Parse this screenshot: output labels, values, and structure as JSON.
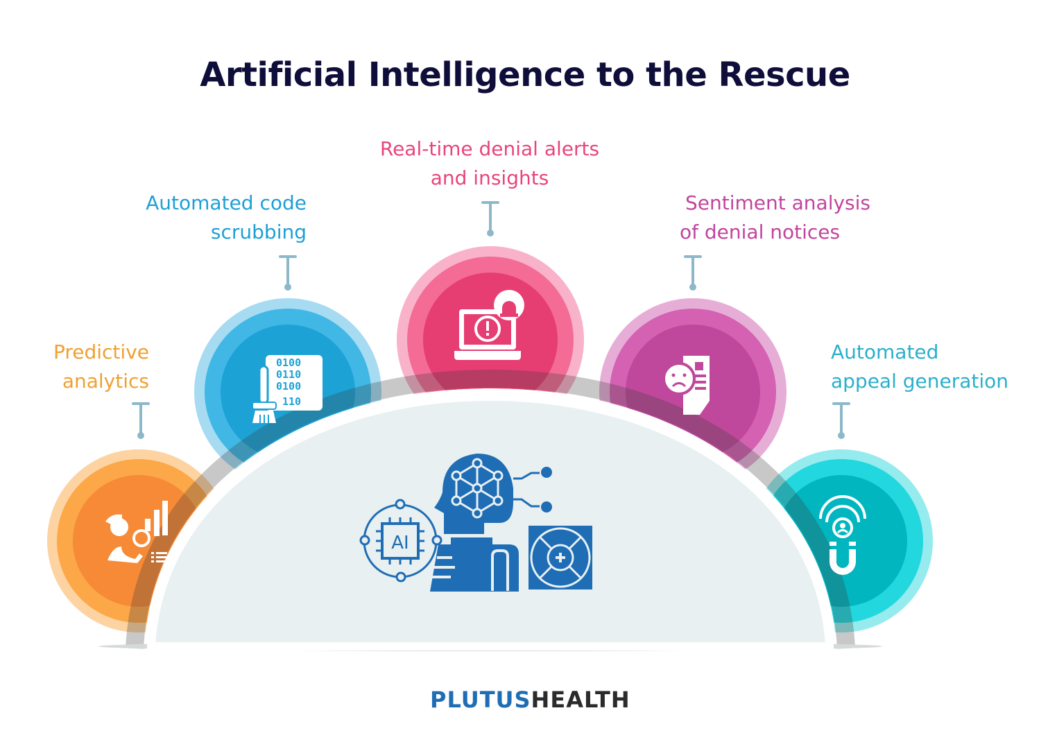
{
  "title": "Artificial Intelligence to the Rescue",
  "items": [
    {
      "id": "predictive-analytics",
      "line1": "Predictive",
      "line2": "analytics",
      "color": "#f0a030",
      "icon": "analyst-chart-icon"
    },
    {
      "id": "code-scrubbing",
      "line1": "Automated code",
      "line2": "scrubbing",
      "color": "#1e9fd6",
      "icon": "binary-brush-icon"
    },
    {
      "id": "denial-alerts",
      "line1": "Real-time denial alerts",
      "line2": "and insights",
      "color": "#e8457a",
      "icon": "laptop-alarm-icon"
    },
    {
      "id": "sentiment-analysis",
      "line1": "Sentiment analysis",
      "line2": "of denial notices",
      "color": "#c2449c",
      "icon": "sad-document-icon"
    },
    {
      "id": "appeal-generation",
      "line1": "Automated",
      "line2": "appeal generation",
      "color": "#2aafcc",
      "icon": "magnet-user-icon"
    }
  ],
  "center": {
    "icon": "ai-head-lifebuoy-icon",
    "chip_text": "AI",
    "color": "#1f6db5"
  },
  "chip_label": "AI",
  "binary": [
    "0100",
    "0110",
    "0100",
    "110"
  ],
  "logo": {
    "part1": "PLUTUS",
    "part2": "HEALTH"
  }
}
